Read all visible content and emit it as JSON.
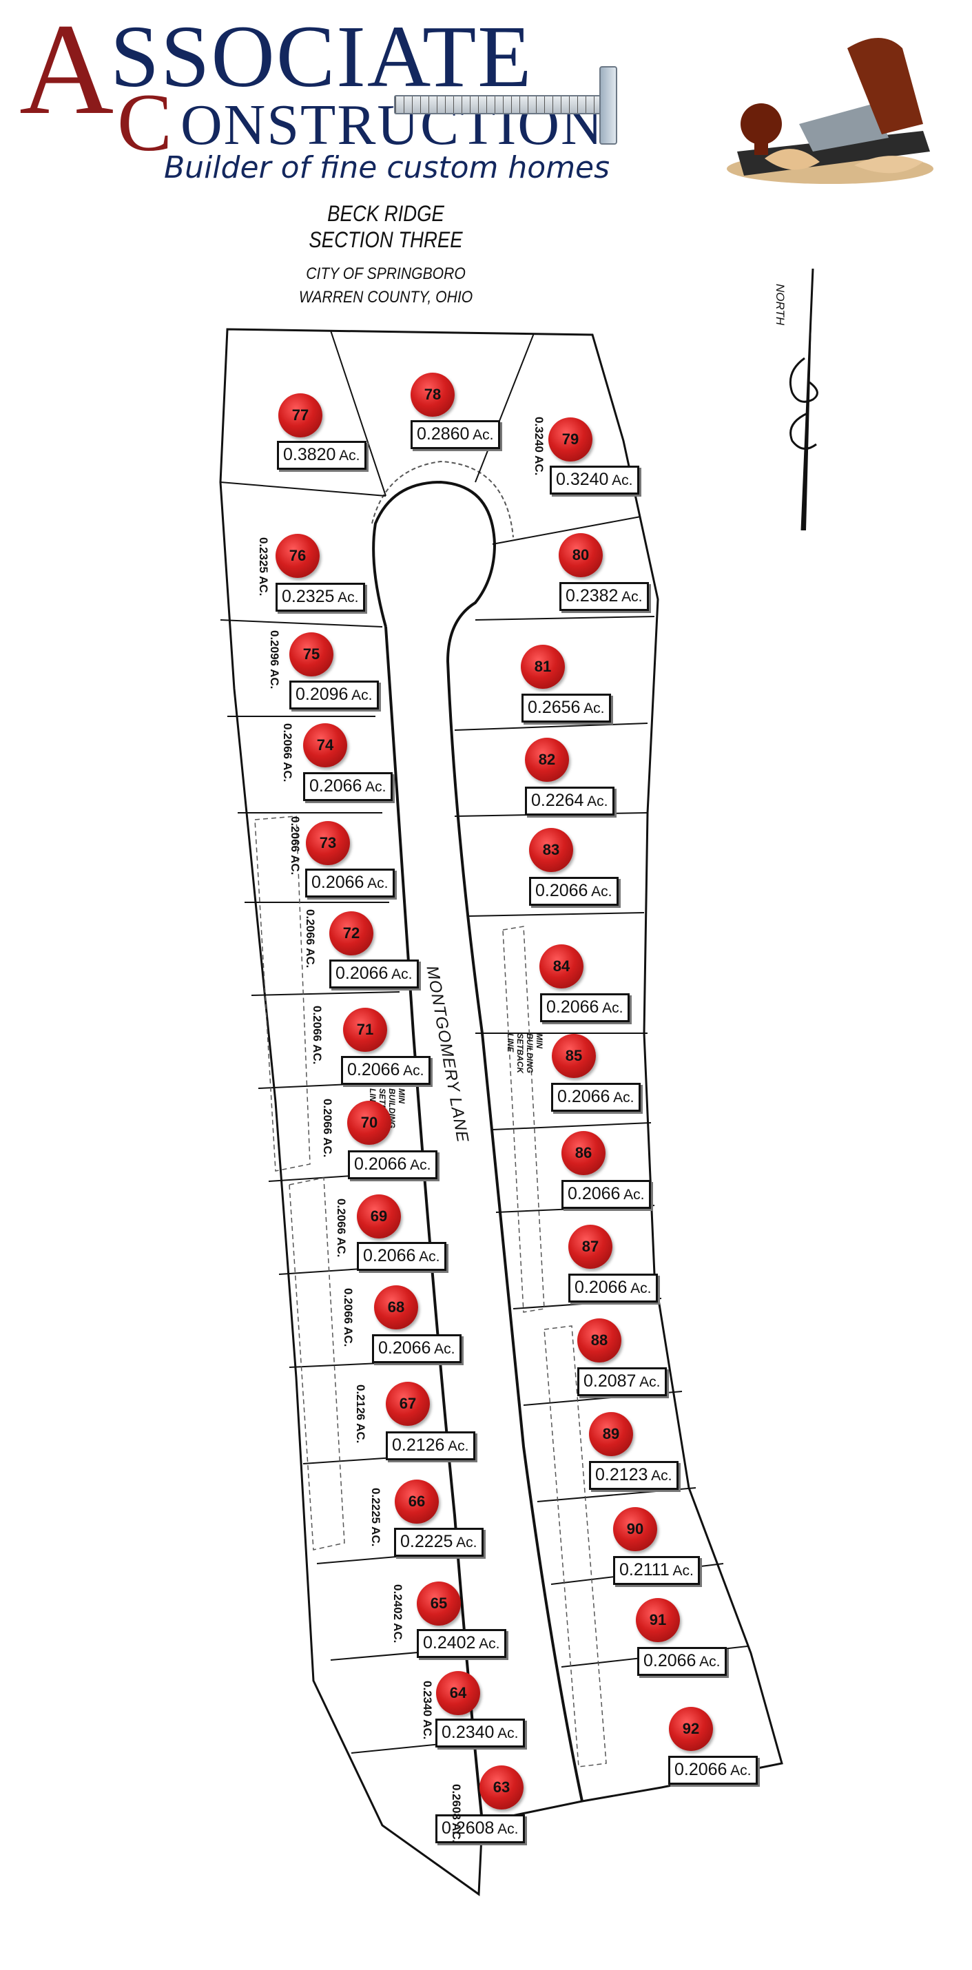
{
  "header": {
    "logo_a": "A",
    "logo_rest": "SSOCIATE",
    "logo_c": "C",
    "logo_onstr": "ONSTRUCTION",
    "tagline": "Builder of fine custom homes"
  },
  "title": {
    "line1": "BECK RIDGE",
    "line2": "SECTION THREE",
    "city": "CITY OF SPRINGBORO",
    "county": "WARREN COUNTY, OHIO"
  },
  "north_label": "NORTH",
  "street": "MONTGOMERY LANE",
  "setback_label": "MIN BUILDING SETBACK LINE",
  "acre_unit": "Ac.",
  "lots": [
    {
      "number": "63",
      "acres": "0.2608",
      "side": "0.2608 AC."
    },
    {
      "number": "64",
      "acres": "0.2340",
      "side": "0.2340 AC."
    },
    {
      "number": "65",
      "acres": "0.2402",
      "side": "0.2402 AC."
    },
    {
      "number": "66",
      "acres": "0.2225",
      "side": "0.2225 AC."
    },
    {
      "number": "67",
      "acres": "0.2126",
      "side": "0.2126 AC."
    },
    {
      "number": "68",
      "acres": "0.2066",
      "side": "0.2066 AC."
    },
    {
      "number": "69",
      "acres": "0.2066",
      "side": "0.2066 AC."
    },
    {
      "number": "70",
      "acres": "0.2066",
      "side": "0.2066 AC."
    },
    {
      "number": "71",
      "acres": "0.2066",
      "side": "0.2066 AC."
    },
    {
      "number": "72",
      "acres": "0.2066",
      "side": "0.2066 AC."
    },
    {
      "number": "73",
      "acres": "0.2066",
      "side": "0.2066 AC."
    },
    {
      "number": "74",
      "acres": "0.2066",
      "side": "0.2066 AC."
    },
    {
      "number": "75",
      "acres": "0.2096",
      "side": "0.2096 AC."
    },
    {
      "number": "76",
      "acres": "0.2325",
      "side": "0.2325 AC."
    },
    {
      "number": "77",
      "acres": "0.3820",
      "side": ""
    },
    {
      "number": "78",
      "acres": "0.2860",
      "side": ""
    },
    {
      "number": "79",
      "acres": "0.3240",
      "side": "0.3240 AC."
    },
    {
      "number": "80",
      "acres": "0.2382",
      "side": ""
    },
    {
      "number": "81",
      "acres": "0.2656",
      "side": ""
    },
    {
      "number": "82",
      "acres": "0.2264",
      "side": ""
    },
    {
      "number": "83",
      "acres": "0.2066",
      "side": ""
    },
    {
      "number": "84",
      "acres": "0.2066",
      "side": ""
    },
    {
      "number": "85",
      "acres": "0.2066",
      "side": ""
    },
    {
      "number": "86",
      "acres": "0.2066",
      "side": ""
    },
    {
      "number": "87",
      "acres": "0.2066",
      "side": ""
    },
    {
      "number": "88",
      "acres": "0.2087",
      "side": ""
    },
    {
      "number": "89",
      "acres": "0.2123",
      "side": ""
    },
    {
      "number": "90",
      "acres": "0.2111",
      "side": ""
    },
    {
      "number": "91",
      "acres": "0.2066",
      "side": ""
    },
    {
      "number": "92",
      "acres": "0.2066",
      "side": ""
    }
  ]
}
